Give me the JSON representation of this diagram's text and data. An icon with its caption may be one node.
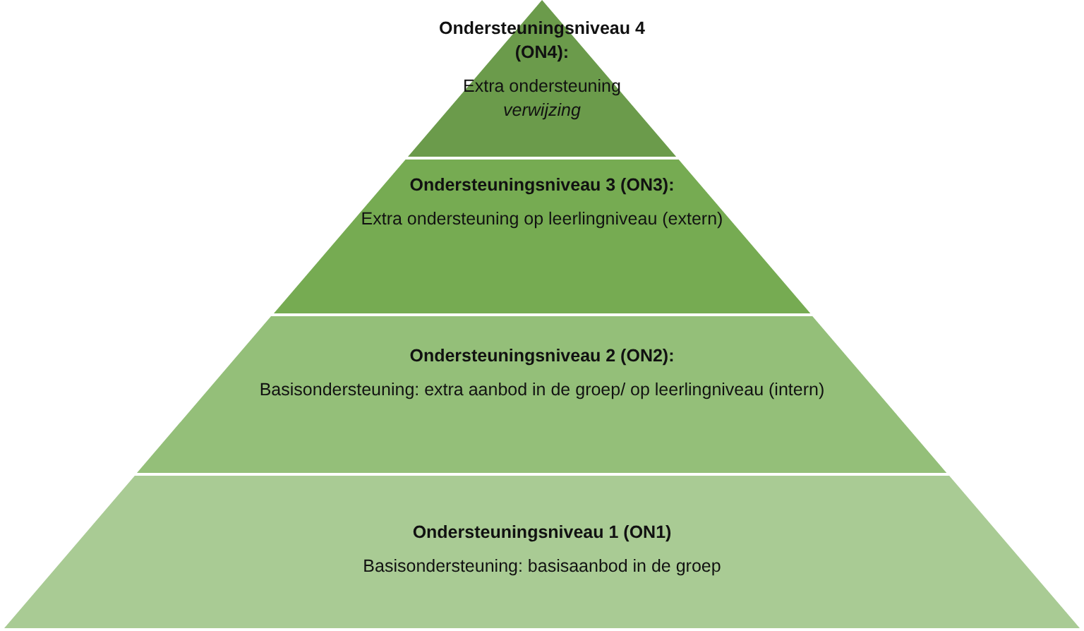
{
  "diagram": {
    "nodes": [
      {
        "text": [
          "Ondersteuningsniveau 4 (ON4):",
          "Extra ondersteuning *verwijzing*"
        ]
      },
      {
        "text": [
          "Ondersteuningsniveau 3 (ON3):",
          "Extra ondersteuning op leerlingniveau (extern)"
        ]
      },
      {
        "text": [
          "Ondersteuningsniveau 2 (ON2):",
          "Basisondersteuning: extra aanbod in de groep/ op leerlingniveau (intern)"
        ]
      },
      {
        "text": [
          "Ondersteuningsniveau 1 (ON1)",
          "Basisondersteuning: basisaanbod in de groep"
        ]
      }
    ]
  }
}
